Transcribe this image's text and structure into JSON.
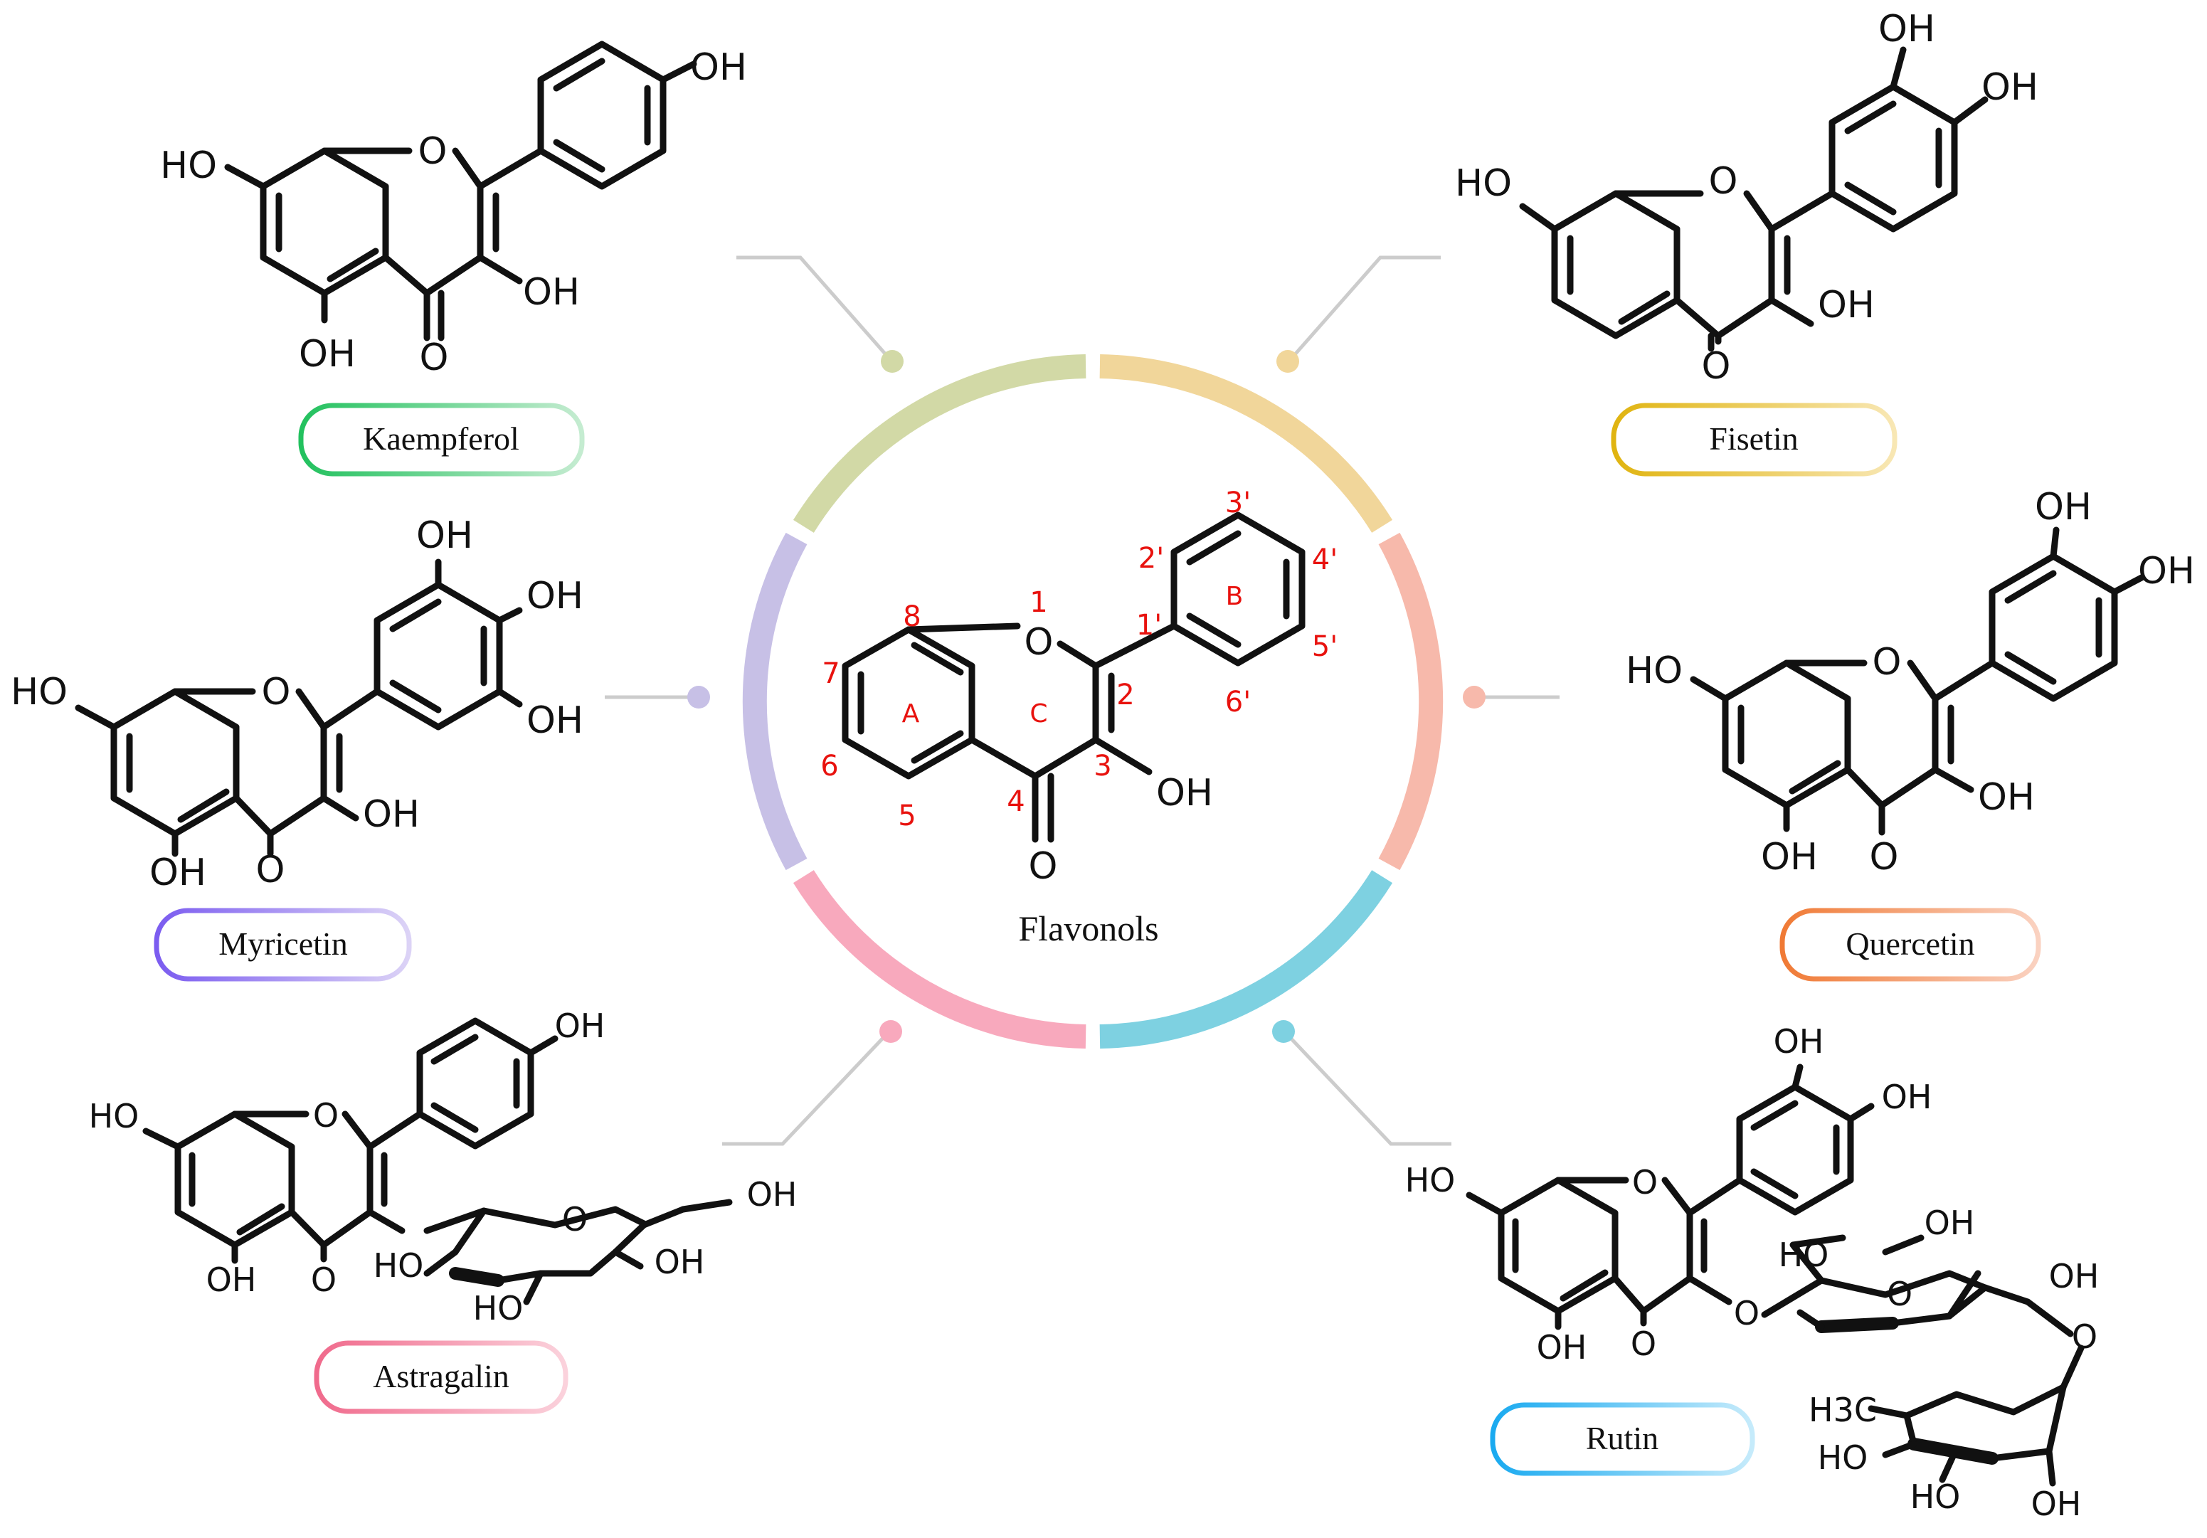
{
  "center": {
    "title": "Flavonols",
    "position_labels": [
      "1",
      "2",
      "3",
      "4",
      "5",
      "6",
      "7",
      "8",
      "1'",
      "2'",
      "3'",
      "4'",
      "5'",
      "6'"
    ],
    "ring_labels": [
      "A",
      "B",
      "C"
    ],
    "substituents": {
      "hydroxyl": "OH",
      "carbonyl": "O",
      "ring_oxygen": "O"
    }
  },
  "compounds": [
    {
      "name": "Kaempferol",
      "color": "#22c15e",
      "segment_color": "#d2d9a6",
      "labels": [
        "HO",
        "OH",
        "OH",
        "OH",
        "O",
        "O"
      ]
    },
    {
      "name": "Fisetin",
      "color": "#e0b410",
      "segment_color": "#f1d69a",
      "labels": [
        "HO",
        "OH",
        "OH",
        "OH",
        "O",
        "O"
      ]
    },
    {
      "name": "Myricetin",
      "color": "#7b5cf0",
      "segment_color": "#c7c0e6",
      "labels": [
        "HO",
        "OH",
        "OH",
        "OH",
        "OH",
        "OH",
        "O",
        "O"
      ]
    },
    {
      "name": "Quercetin",
      "color": "#f07a35",
      "segment_color": "#f7b9ab",
      "labels": [
        "HO",
        "OH",
        "OH",
        "OH",
        "OH",
        "O",
        "O"
      ]
    },
    {
      "name": "Astragalin",
      "color": "#f06a8c",
      "segment_color": "#f8a9bd",
      "labels": [
        "HO",
        "OH",
        "OH",
        "OH",
        "HO",
        "HO",
        "OH",
        "O",
        "O",
        "O"
      ]
    },
    {
      "name": "Rutin",
      "color": "#1aaaf0",
      "segment_color": "#7ed1e1",
      "labels": [
        "HO",
        "OH",
        "OH",
        "OH",
        "HO",
        "OH",
        "OH",
        "O",
        "O",
        "O",
        "O",
        "O",
        "H3C",
        "HO",
        "HO",
        "OH"
      ]
    }
  ]
}
